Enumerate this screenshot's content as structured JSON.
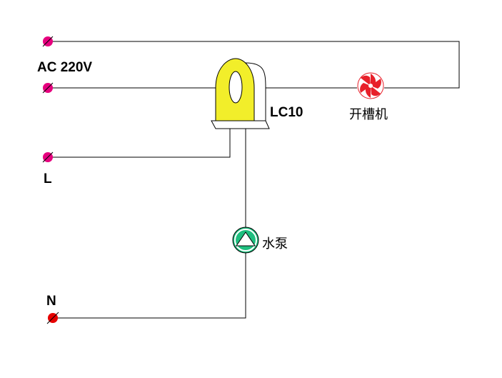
{
  "labels": {
    "supply": "AC 220V",
    "line": "L",
    "neutral": "N",
    "sensor": "LC10",
    "motor": "开槽机",
    "pump": "水泵"
  },
  "colors": {
    "wire": "#000000",
    "terminal_pink": "#e6007e",
    "terminal_red": "#e60000",
    "sensor_body": "#f2ee2a",
    "sensor_base": "#ffffff",
    "pump_fill": "#1fbf7f",
    "motor_stripe": "#e8202a"
  },
  "icons": {
    "supply_terminal_1": "terminal-icon",
    "supply_terminal_2": "terminal-icon",
    "line_terminal": "terminal-icon",
    "neutral_terminal": "terminal-icon",
    "sensor": "current-transformer-icon",
    "motor": "fan-motor-icon",
    "pump": "pump-icon"
  }
}
